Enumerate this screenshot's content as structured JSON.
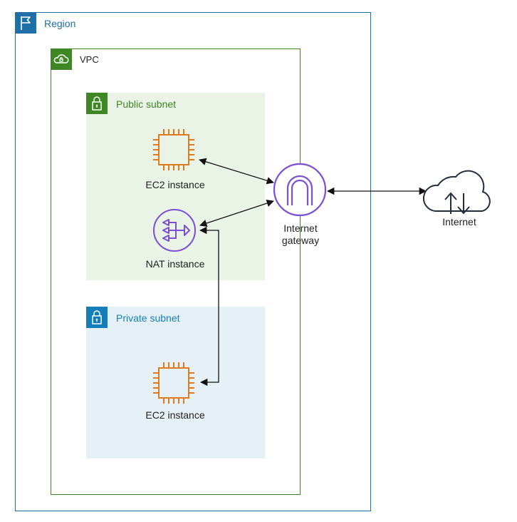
{
  "region": {
    "label": "Region",
    "icon": "region-flag-icon",
    "color": "#1f6fa8"
  },
  "vpc": {
    "label": "VPC",
    "icon": "vpc-cloud-icon",
    "color": "#3f8624"
  },
  "public_subnet": {
    "label": "Public subnet",
    "icon": "lock-icon",
    "color": "#3f8624",
    "fill": "#e9f3e6"
  },
  "private_subnet": {
    "label": "Private subnet",
    "icon": "lock-icon",
    "color": "#147eba",
    "fill": "#e6f0f7"
  },
  "nodes": {
    "ec2_public": {
      "label": "EC2 instance",
      "icon": "ec2-chip-icon",
      "color": "#e07a1f"
    },
    "nat": {
      "label": "NAT instance",
      "icon": "nat-icon",
      "color": "#7b4fd6"
    },
    "ec2_private": {
      "label": "EC2 instance",
      "icon": "ec2-chip-icon",
      "color": "#e07a1f"
    },
    "igw": {
      "label_line1": "Internet",
      "label_line2": "gateway",
      "icon": "internet-gateway-icon",
      "color": "#7b4fd6"
    },
    "internet": {
      "label": "Internet",
      "icon": "cloud-up-down-icon",
      "color": "#232f3e"
    }
  },
  "edges": [
    {
      "from": "ec2_public",
      "to": "igw",
      "bidirectional": true
    },
    {
      "from": "nat",
      "to": "igw",
      "bidirectional": true
    },
    {
      "from": "igw",
      "to": "internet",
      "bidirectional": true
    },
    {
      "from": "ec2_private",
      "to": "nat",
      "bidirectional": true
    }
  ]
}
